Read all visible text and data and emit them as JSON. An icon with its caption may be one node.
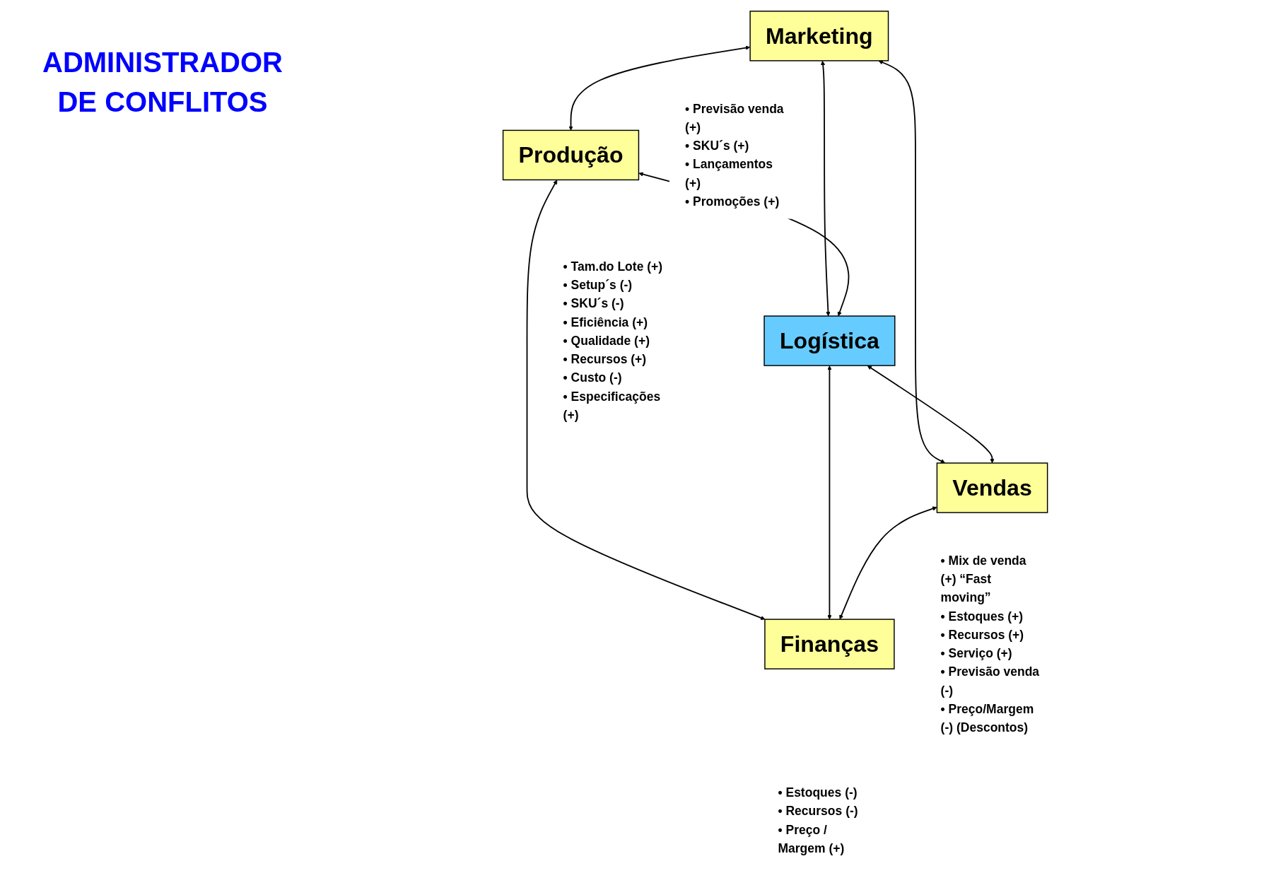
{
  "diagram": {
    "title": "ADMINISTRADOR DE CONFLITOS",
    "nodes": [
      {
        "text": [
          "Marketing"
        ],
        "beside": [
          "• Previsão venda (+)",
          "• SKU´s (+)",
          "• Lançamentos (+)",
          "• Promoções (+)"
        ]
      },
      {
        "text": [
          "Produção"
        ],
        "beside": [
          "• Tam.do Lote (+)",
          "• Setup´s (-)",
          "• SKU´s (-)",
          "• Eficiência (+)",
          "• Qualidade (+)",
          "• Recursos (+)",
          "• Custo (-)",
          "• Especificações (+)"
        ]
      },
      {
        "text": [
          "Logística"
        ]
      },
      {
        "text": [
          "Vendas"
        ],
        "beside": [
          "• Mix de venda (+) “Fast moving”",
          "• Estoques (+)",
          "• Recursos (+)",
          "• Serviço (+)",
          "• Previsão venda (-)",
          "• Preço/Margem (-) (Descontos)"
        ]
      },
      {
        "text": [
          "Finanças"
        ],
        "beside": [
          "• Estoques (-)",
          "• Recursos (-)",
          "• Preço / Margem (+)"
        ]
      }
    ],
    "edges": [
      {
        "from": 0,
        "to": 1,
        "arrow": "both"
      },
      {
        "from": 0,
        "to": 2,
        "arrow": "both"
      },
      {
        "from": 0,
        "to": 3,
        "arrow": "both"
      },
      {
        "from": 1,
        "to": 2,
        "arrow": "both"
      },
      {
        "from": 2,
        "to": 3,
        "arrow": "both"
      },
      {
        "from": 1,
        "to": 4,
        "arrow": "both"
      },
      {
        "from": 2,
        "to": 4,
        "arrow": "both"
      },
      {
        "from": 3,
        "to": 4,
        "arrow": "both"
      }
    ]
  }
}
